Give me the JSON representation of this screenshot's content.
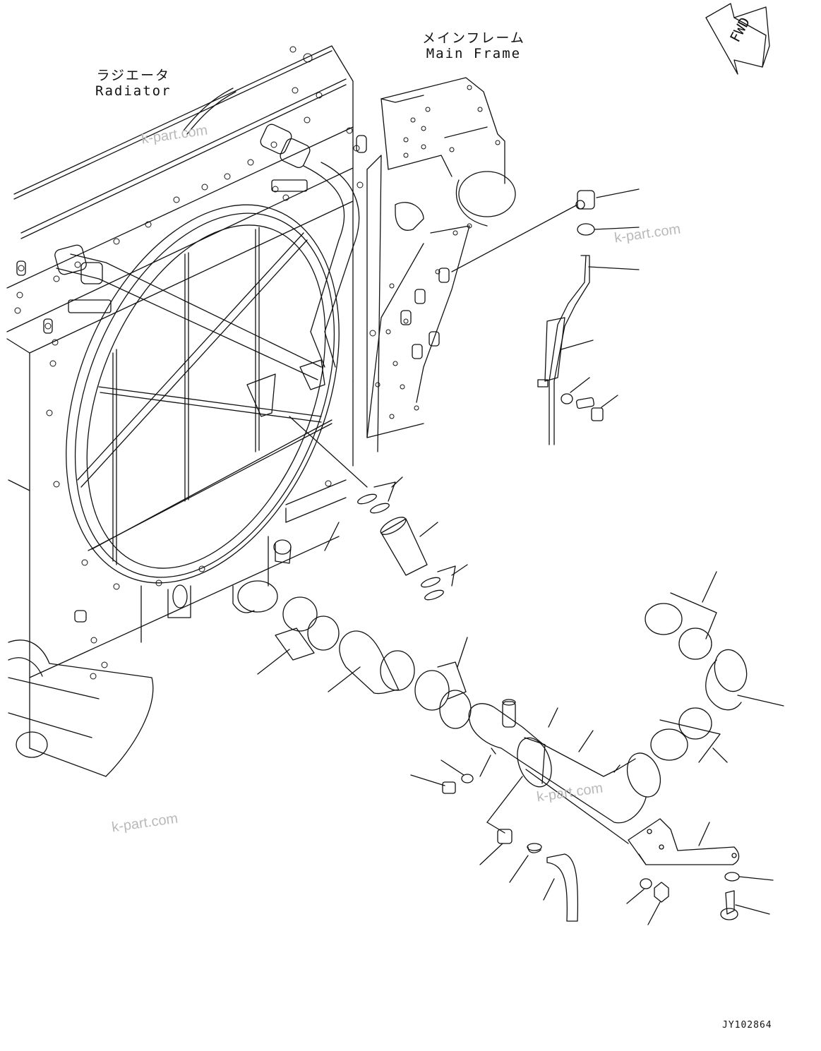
{
  "labels": {
    "radiator_jp": "ラジエータ",
    "radiator_en": "Radiator",
    "main_frame_jp": "メインフレーム",
    "main_frame_en": "Main Frame",
    "fwd": "FWD"
  },
  "watermarks": [
    "k-part.com",
    "k-part.com",
    "k-part.com",
    "k-part.com"
  ],
  "drawing_code": "JY102864",
  "colors": {
    "line": "#111111",
    "watermark": "#b9b9b9",
    "background": "#ffffff"
  }
}
